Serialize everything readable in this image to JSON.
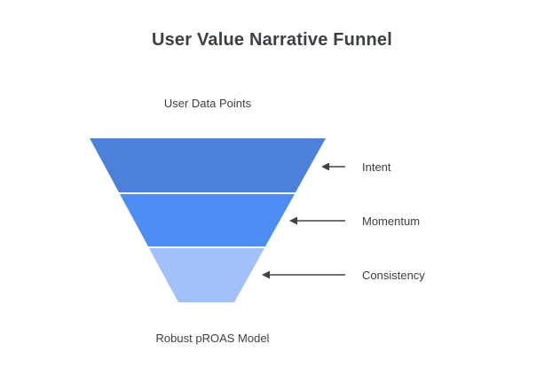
{
  "title": "User Value Narrative Funnel",
  "funnel": {
    "top_label": "User Data Points",
    "bottom_label": "Robust pROAS Model",
    "stages": [
      {
        "label": "Intent",
        "color": "#4d80d8"
      },
      {
        "label": "Momentum",
        "color": "#4d8ef5"
      },
      {
        "label": "Consistency",
        "color": "#a2c1fa"
      }
    ],
    "arrow_color": "#424242",
    "text_color": "#3c4043",
    "divider_color": "#ffffff",
    "background_color": "#ffffff"
  }
}
